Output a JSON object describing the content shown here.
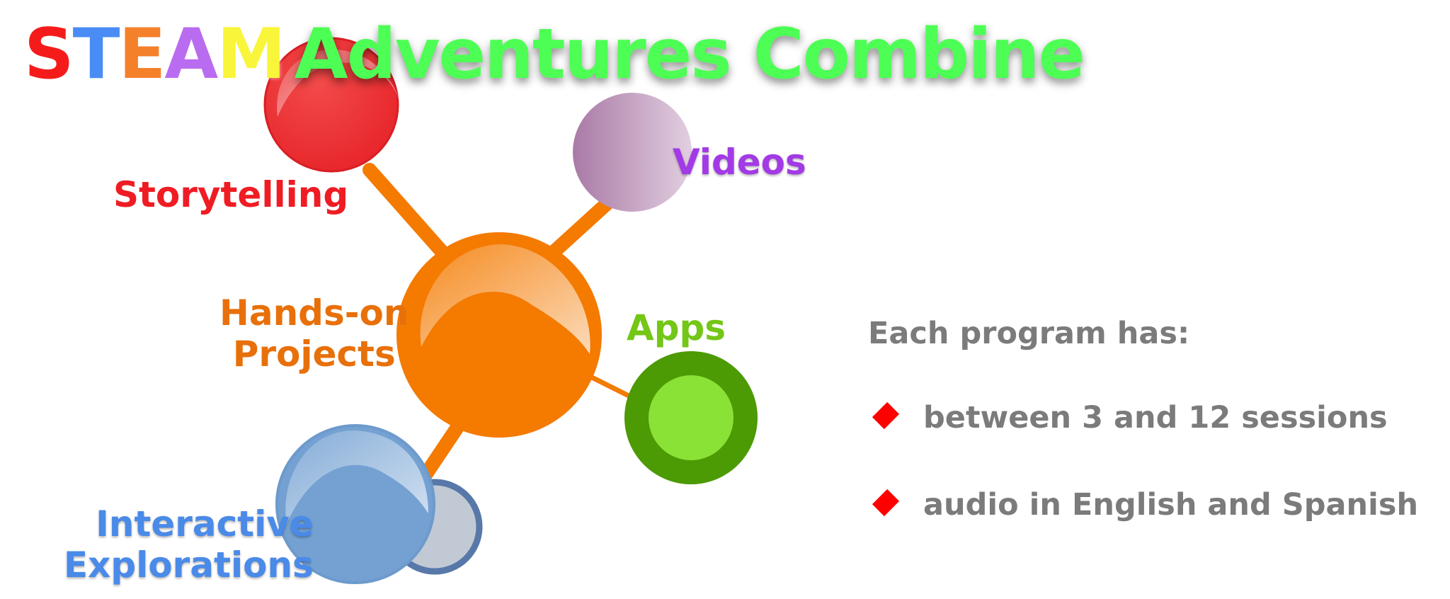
{
  "title": {
    "letters": [
      "S",
      "T",
      "E",
      "A",
      "M"
    ],
    "rest": "Adventures Combine",
    "letter_colors": [
      "#f51b1b",
      "#4a8cf5",
      "#f5802a",
      "#b96cf0",
      "#f9f53a"
    ],
    "rest_color": "#4dff55"
  },
  "nodes": {
    "storytelling": "Storytelling",
    "videos": "Videos",
    "hands_on_line1": "Hands-on",
    "hands_on_line2": "Projects",
    "apps": "Apps",
    "interactive_line1": "Interactive",
    "interactive_line2": "Explorations"
  },
  "info": {
    "heading": "Each program has:",
    "bullets": [
      "between 3 and 12 sessions",
      "audio in English and Spanish"
    ],
    "bullet_icon": "red-diamond-icon"
  }
}
